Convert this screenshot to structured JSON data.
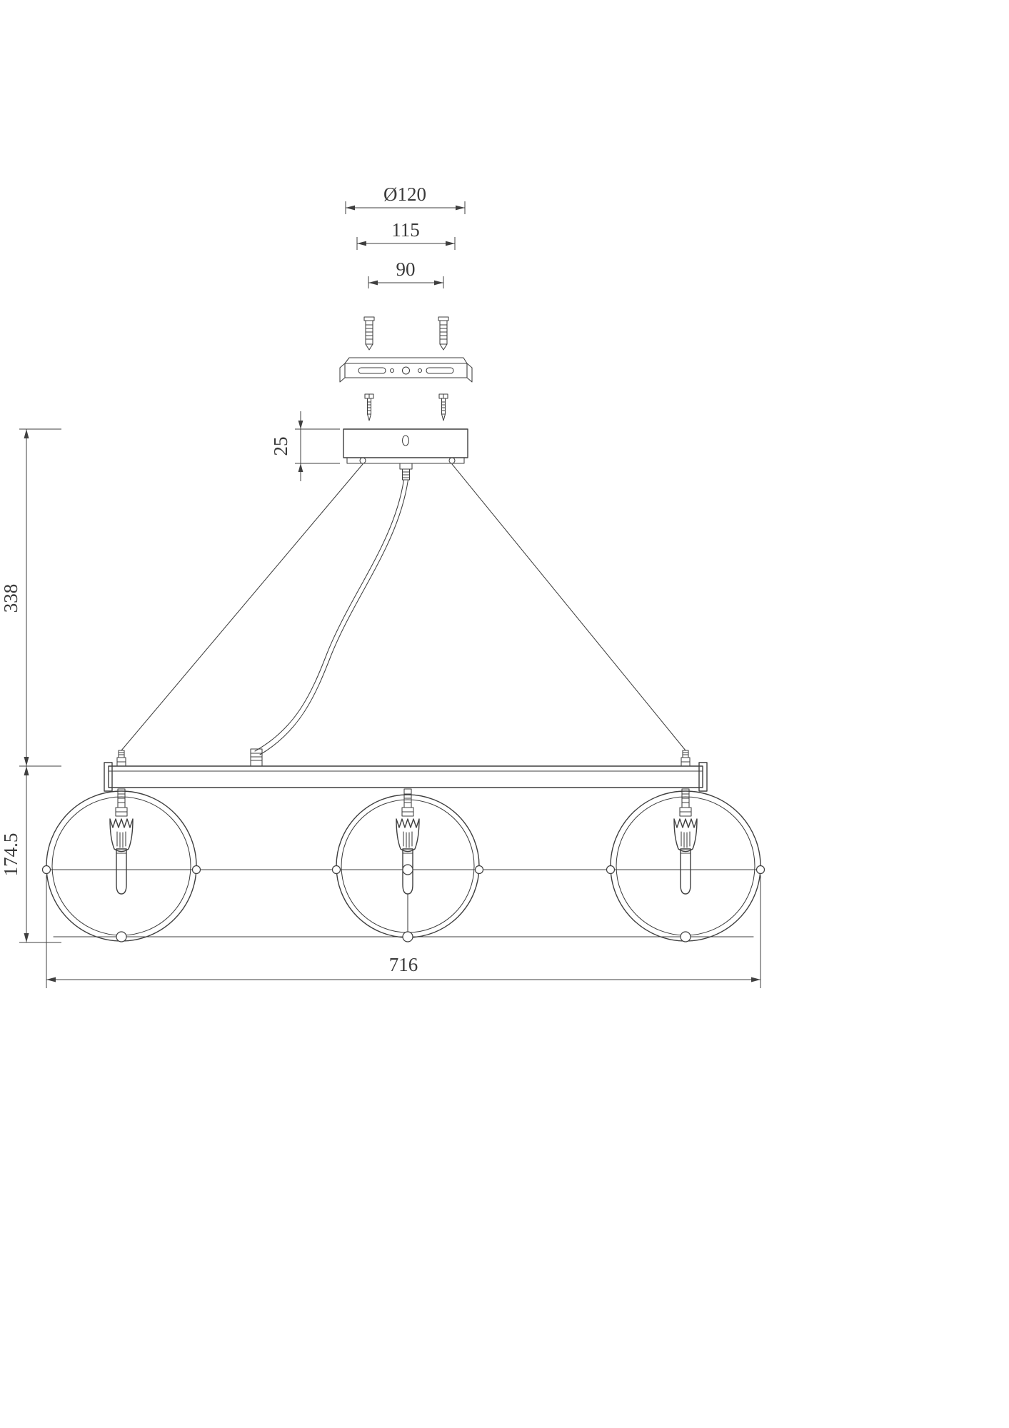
{
  "dimensions": {
    "canopy_diameter": "Ø120",
    "bracket_width": "115",
    "screw_spacing": "90",
    "canopy_height": "25",
    "suspension_drop": "338",
    "body_height": "174.5",
    "overall_width": "716"
  },
  "style": {
    "line_color": "#3f3f3f",
    "text_color": "#3a3a3a",
    "background": "#ffffff"
  }
}
